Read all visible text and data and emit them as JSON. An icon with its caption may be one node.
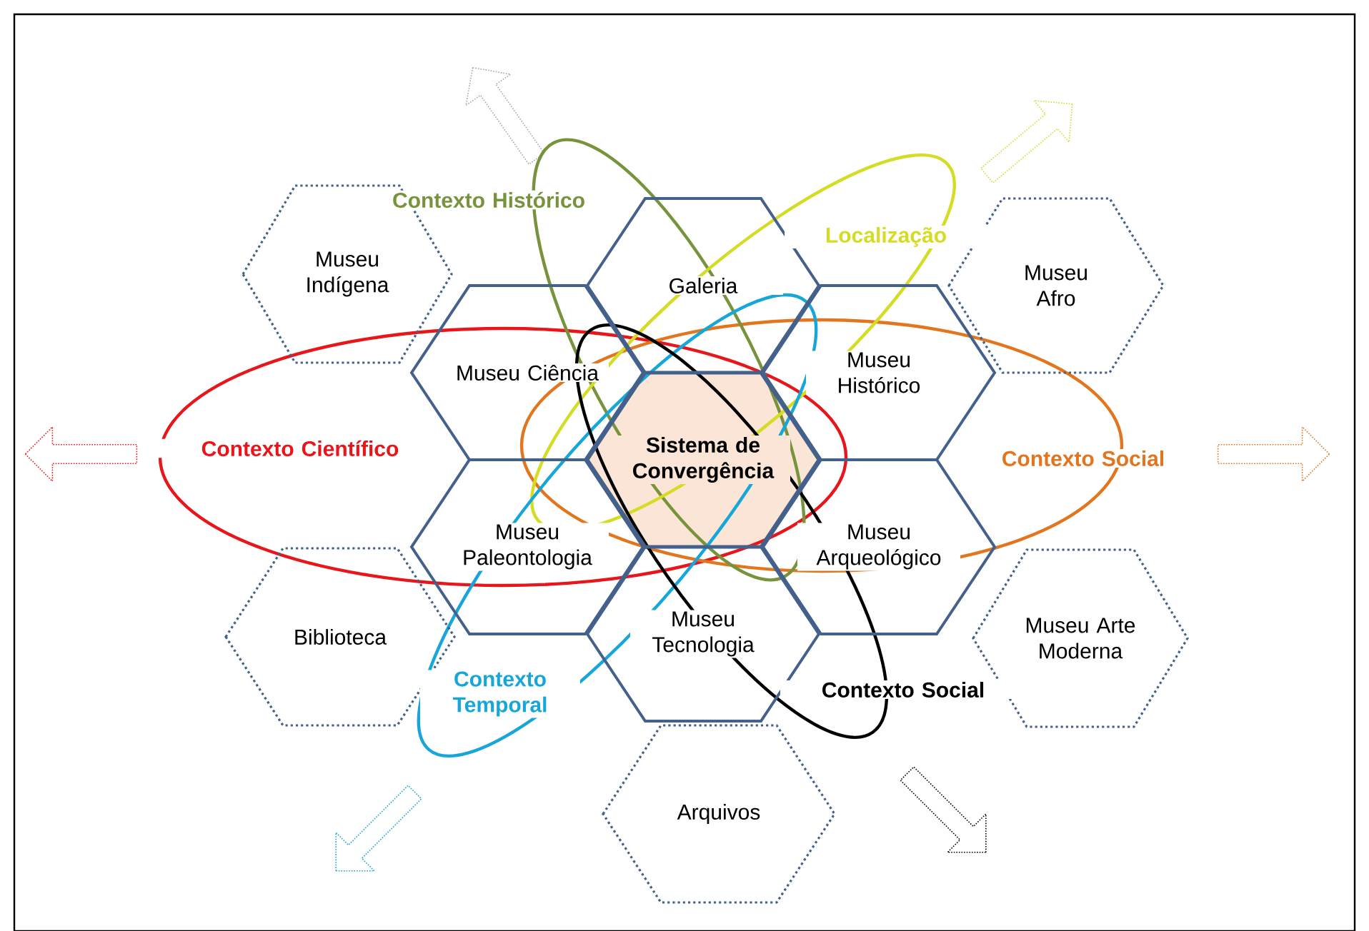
{
  "diagram": {
    "nodes": [
      {
        "text": [
          "Museu Indígena"
        ]
      },
      {
        "text": [
          "Galeria"
        ]
      },
      {
        "text": [
          "Museu Afro"
        ]
      },
      {
        "text": [
          "Museu Ciência"
        ]
      },
      {
        "text": [
          "Museu Histórico"
        ]
      },
      {
        "text": [
          "Sistema de Convergência"
        ]
      },
      {
        "text": [
          "Museu Paleontologia"
        ]
      },
      {
        "text": [
          "Museu Arqueológico"
        ]
      },
      {
        "text": [
          "Biblioteca"
        ]
      },
      {
        "text": [
          "Museu Tecnologia"
        ]
      },
      {
        "text": [
          "Museu Arte Moderna"
        ]
      },
      {
        "text": [
          "Arquivos"
        ]
      }
    ],
    "labels": [
      "Contexto Histórico",
      "Localização",
      "Contexto Científico",
      "Contexto Social",
      "Contexto Social",
      "Contexto Temporal"
    ]
  }
}
